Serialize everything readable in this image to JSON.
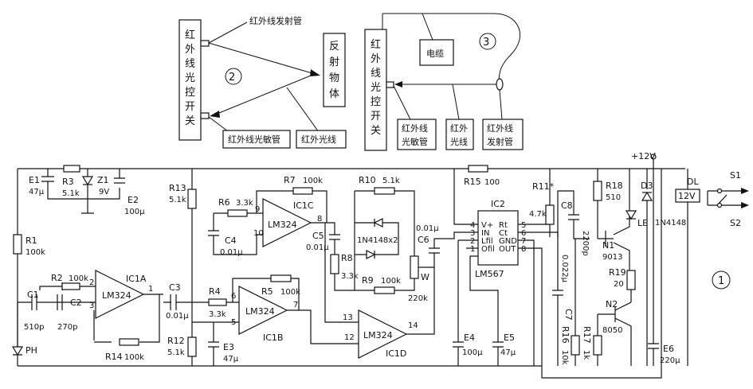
{
  "diagram2": {
    "switch_label": "红外线光控开关",
    "emitter_tube": "红外线发射管",
    "receiver_tube": "红外线光敏管",
    "ir_ray": "红外光线",
    "reflector": "反射物体",
    "num": "②"
  },
  "diagram3": {
    "switch_label": "红外线光控开关",
    "cable": "电缆",
    "receiver_tube": "红外线光敏管",
    "ir_ray": "红外光线",
    "emitter_tube": "红外线发射管",
    "num": "③"
  },
  "circuit": {
    "num": "①",
    "vcc": "+12V",
    "relay": {
      "label": "12V",
      "name": "DL",
      "s1": "S1",
      "s2": "S2"
    },
    "ic1a": {
      "name": "IC1A",
      "part": "LM324",
      "in_minus_pin": "2",
      "in_plus_pin": "3",
      "out_pin": "1",
      "minus": "−",
      "plus": "+"
    },
    "ic1b": {
      "name": "IC1B",
      "part": "LM324",
      "in_minus_pin": "6",
      "in_plus_pin": "5",
      "out_pin": "7",
      "minus": "−",
      "plus": "+"
    },
    "ic1c": {
      "name": "IC1C",
      "part": "LM324",
      "in_minus_pin": "9",
      "in_plus_pin": "10",
      "out_pin": "8",
      "minus": "−",
      "plus": "+"
    },
    "ic1d": {
      "name": "IC1D",
      "part": "LM324",
      "in_minus_pin": "13",
      "in_plus_pin": "12",
      "out_pin": "14",
      "minus": "−",
      "plus": "+"
    },
    "ic2": {
      "name": "IC2",
      "part": "LM567",
      "left_pins": [
        "V+",
        "IN",
        "Lfil",
        "Ofil"
      ],
      "left_nums": [
        "4",
        "3",
        "2",
        "1"
      ],
      "right_pins": [
        "Rt",
        "Ct",
        "GND",
        "OUT"
      ],
      "right_nums": [
        "5",
        "6",
        "7",
        "8"
      ]
    },
    "parts": {
      "E1": "E1",
      "E1v": "47μ",
      "R3": "R3",
      "R3v": "5.1k",
      "Z1": "Z1",
      "Z1v": "9V",
      "E2": "E2",
      "E2v": "100μ",
      "R1": "R1",
      "R1v": "100k",
      "C1": "C1",
      "C1v": "510p",
      "R2": "R2",
      "R2v": "100k",
      "C2": "C2",
      "C2v": "270p",
      "R14": "R14",
      "R14v": "100k",
      "PH": "PH",
      "R13": "R13",
      "R13v": "5.1k",
      "R12": "R12",
      "R12v": "5.1k",
      "C3": "C3",
      "C3v": "0.01μ",
      "R4": "R4",
      "R4v": "3.3k",
      "R5": "R5",
      "R5v": "100k",
      "E3": "E3",
      "E3v": "47μ",
      "R6": "R6",
      "R6v": "3.3k",
      "R7": "R7",
      "R7v": "100k",
      "C4": "C4",
      "C4v": "0.01μ",
      "C5": "C5",
      "C5v": "0.01μ",
      "R8": "R8",
      "R8v": "3.3k",
      "R10": "R10",
      "R10v": "5.1k",
      "D": "1N4148x2",
      "R9": "R9",
      "R9v": "100k",
      "C6": "C6",
      "C6v": "0.01μ",
      "W": "W",
      "Wv": "220k",
      "R15": "R15",
      "R15v": "100",
      "E4": "E4",
      "E4v": "100μ",
      "E5": "E5",
      "E5v": "47μ",
      "R11": "R11*",
      "R11v": "4.7k",
      "C8": "C8",
      "C8v": "2200p",
      "C7": "C7",
      "C7v": "0.022μ",
      "R16": "R16",
      "R16v": "10k",
      "R17": "R17",
      "R17v": "1k",
      "R18": "R18",
      "R18v": "510",
      "LE": "LE",
      "N1": "N1",
      "N1v": "9013",
      "R19": "R19",
      "R19v": "20",
      "N2": "N2",
      "N2v": "8050",
      "D3": "D3",
      "D3v": "1N4148",
      "E6": "E6",
      "E6v": "220μ"
    }
  }
}
